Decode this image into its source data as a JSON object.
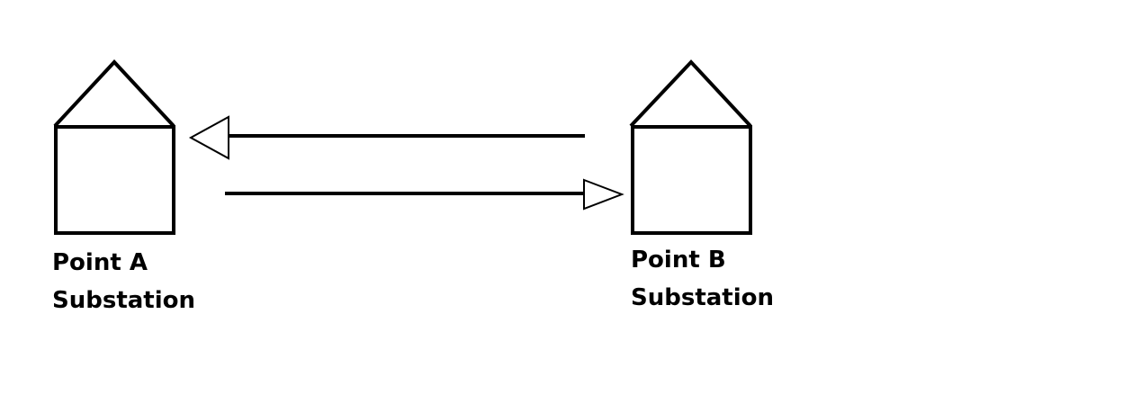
{
  "stations": {
    "a": {
      "line1": "Point A",
      "line2": "Substation",
      "icon": "substation-house-icon"
    },
    "b": {
      "line1": "Point B",
      "line2": "Substation",
      "icon": "substation-house-icon"
    }
  },
  "colors": {
    "stroke": "#000000",
    "background": "#ffffff",
    "arrowhead_fill": "#ffffff"
  }
}
